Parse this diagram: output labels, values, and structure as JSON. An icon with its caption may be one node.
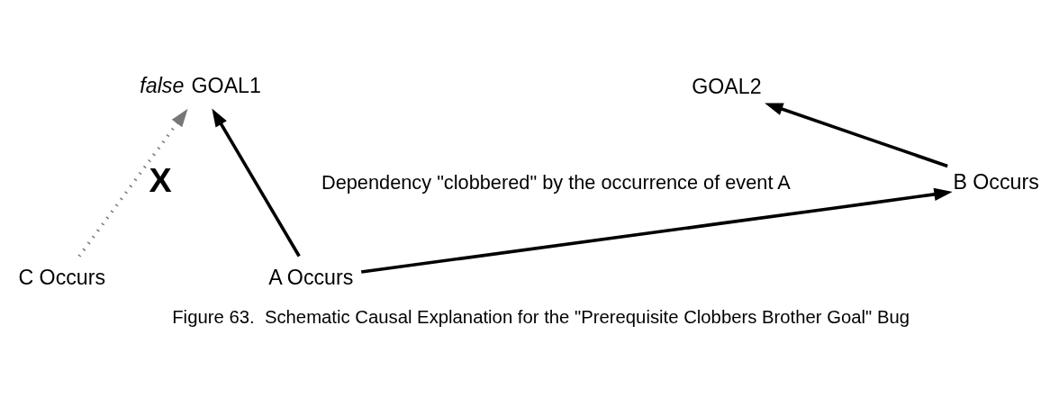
{
  "diagram": {
    "caption": "Figure 63.  Schematic Causal Explanation for the \"Prerequisite Clobbers Brother Goal\" Bug",
    "nodes": [
      {
        "text": [
          "*false* GOAL1"
        ]
      },
      {
        "text": [
          "GOAL2"
        ]
      },
      {
        "text": [
          "B Occurs"
        ]
      },
      {
        "text": [
          "A Occurs"
        ]
      },
      {
        "text": [
          "C Occurs"
        ]
      }
    ],
    "edges": [
      {
        "from": 3,
        "to": 2,
        "arrow": "to"
      },
      {
        "from": 2,
        "to": 1,
        "arrow": "to"
      },
      {
        "from": 3,
        "to": 0,
        "arrow": "to"
      },
      {
        "from": 4,
        "to": 0,
        "arrow": "to",
        "style": "dashed",
        "color": "#777777",
        "label": "X"
      }
    ],
    "labels": [
      "Dependency \"clobbered\" by the occurrence of event A"
    ]
  }
}
